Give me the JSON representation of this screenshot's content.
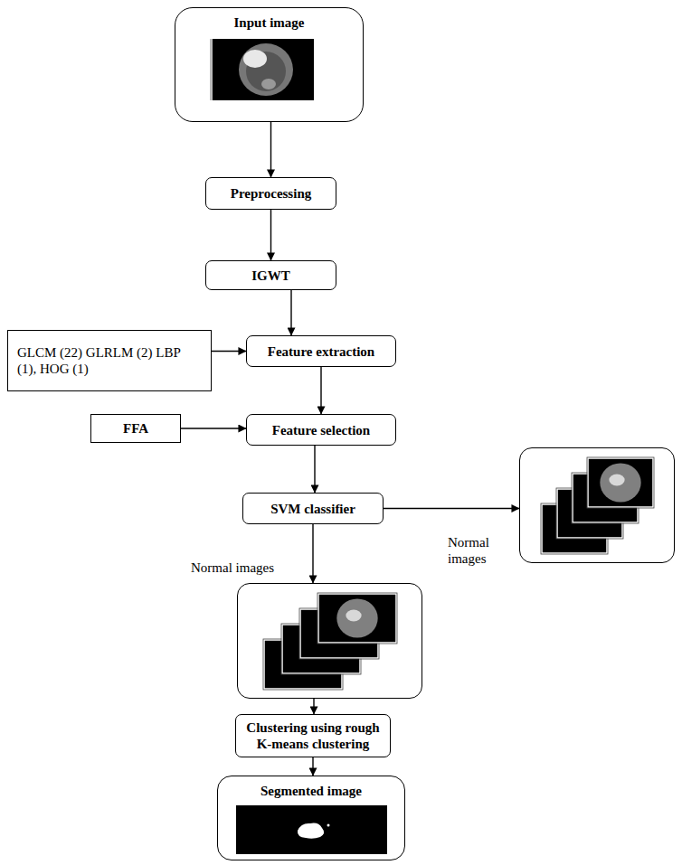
{
  "diagram": {
    "nodes": [
      {
        "text": [
          "Input image"
        ]
      },
      {
        "text": [
          "Preprocessing"
        ]
      },
      {
        "text": [
          "IGWT"
        ]
      },
      {
        "text": [
          "GLCM (22) GLRLM (2) LBP (1), HOG (1)"
        ]
      },
      {
        "text": [
          "Feature extraction"
        ]
      },
      {
        "text": [
          "FFA"
        ]
      },
      {
        "text": [
          "Feature selection"
        ]
      },
      {
        "text": [
          "SVM classifier"
        ]
      },
      {
        "text": [
          "Normal images"
        ]
      },
      {
        "text": [
          "Normal images"
        ]
      },
      {
        "text": [
          "Clustering using rough K-means clustering"
        ]
      },
      {
        "text": [
          "Segmented image"
        ]
      }
    ],
    "edges": [
      {
        "from": 0,
        "to": 1,
        "arrow": "to"
      },
      {
        "from": 1,
        "to": 2,
        "arrow": "to"
      },
      {
        "from": 2,
        "to": 4,
        "arrow": "to"
      },
      {
        "from": 3,
        "to": 4,
        "arrow": "to"
      },
      {
        "from": 4,
        "to": 6,
        "arrow": "to"
      },
      {
        "from": 5,
        "to": 6,
        "arrow": "to"
      },
      {
        "from": 6,
        "to": 7,
        "arrow": "to"
      },
      {
        "from": 7,
        "to": 8,
        "arrow": "to"
      },
      {
        "from": 7,
        "to": 9,
        "arrow": "to"
      },
      {
        "from": 9,
        "to": 10,
        "arrow": "to"
      },
      {
        "from": 10,
        "to": 11,
        "arrow": "to"
      }
    ]
  }
}
